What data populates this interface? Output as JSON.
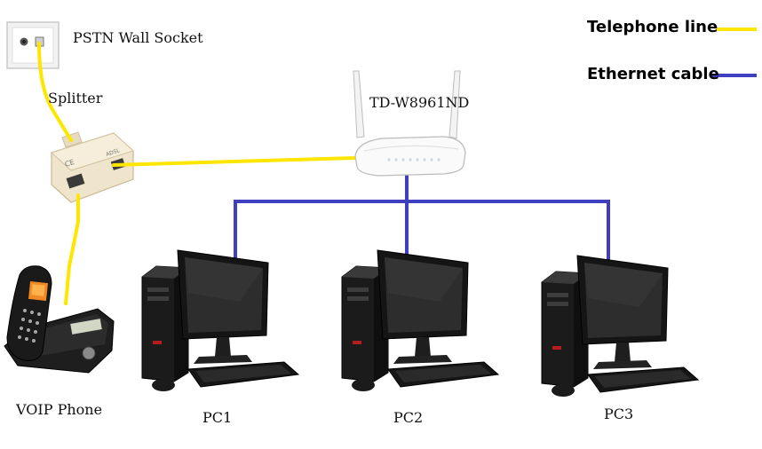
{
  "legend": {
    "telephone_line": {
      "label": "Telephone line",
      "color": "#FFE600"
    },
    "ethernet_cable": {
      "label": "Ethernet cable",
      "color": "#3F3FBF"
    }
  },
  "devices": {
    "wall_socket": {
      "label": "PSTN Wall Socket",
      "icon": "wall-socket-icon"
    },
    "splitter": {
      "label": "Splitter",
      "icon": "splitter-icon",
      "marks": [
        "CE",
        "ADSL"
      ]
    },
    "router": {
      "label": "TD-W8961ND",
      "icon": "router-icon"
    },
    "phone": {
      "label": "VOIP Phone",
      "icon": "cordless-phone-icon"
    },
    "pcs": [
      {
        "label": "PC1",
        "icon": "desktop-pc-icon"
      },
      {
        "label": "PC2",
        "icon": "desktop-pc-icon"
      },
      {
        "label": "PC3",
        "icon": "desktop-pc-icon"
      }
    ]
  }
}
